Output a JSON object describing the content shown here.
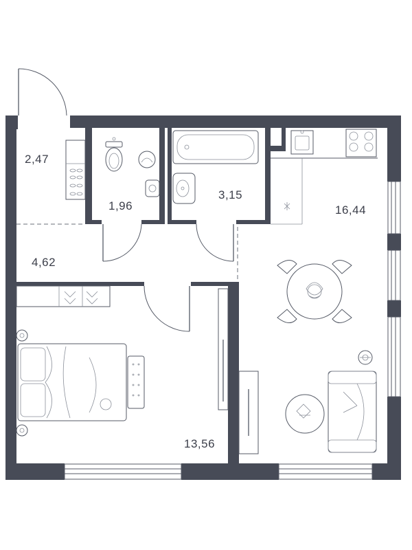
{
  "floor_plan": {
    "rooms": [
      {
        "id": "hall-entry",
        "area": "2,47"
      },
      {
        "id": "wc",
        "area": "1,96"
      },
      {
        "id": "bathroom",
        "area": "3,15"
      },
      {
        "id": "kitchen-living",
        "area": "16,44"
      },
      {
        "id": "corridor",
        "area": "4,62"
      },
      {
        "id": "bedroom",
        "area": "13,56"
      }
    ],
    "colors": {
      "wall": "#474b57",
      "line": "#555a66",
      "text": "#3c3f4a",
      "background": "#ffffff"
    }
  }
}
